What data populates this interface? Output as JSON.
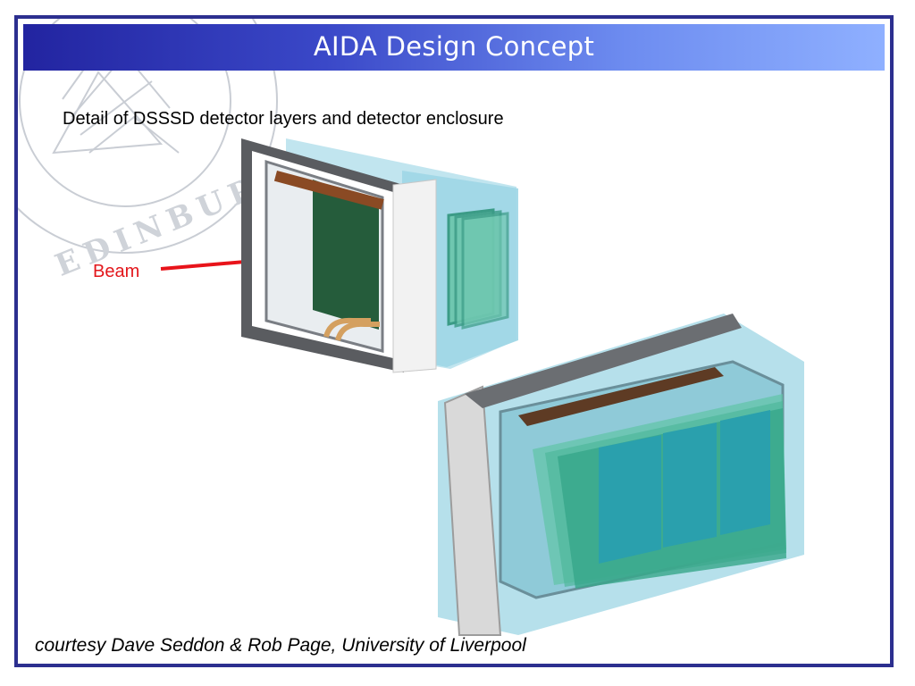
{
  "slide": {
    "title": "AIDA Design Concept",
    "subtitle": "Detail of DSSSD detector layers and detector enclosure",
    "beam_label": "Beam",
    "credit": "courtesy Dave Seddon & Rob Page, University of Liverpool"
  },
  "watermark": {
    "text": "EDINBURGH"
  },
  "colors": {
    "frame_border": "#2c2f8f",
    "title_gradient_start": "#2224a0",
    "title_gradient_end": "#8fb0ff",
    "beam_arrow": "#e8131a",
    "detector_green": "#255c3b",
    "detector_teal": "#2aa0ad",
    "enclosure_glass": "#9fd6e6"
  }
}
